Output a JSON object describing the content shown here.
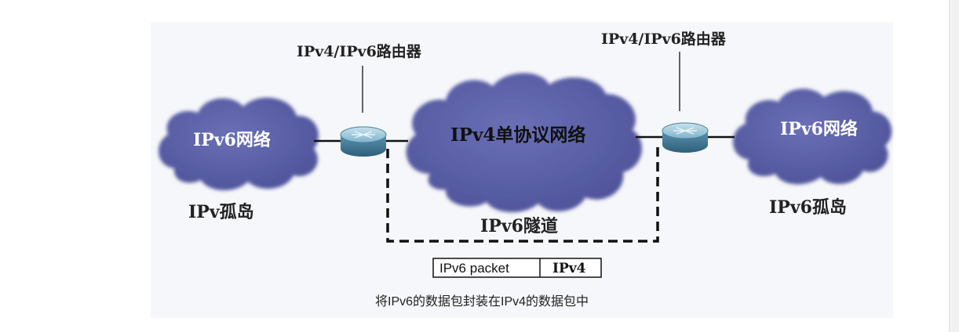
{
  "diagram": {
    "left_router_label": "IPv4/IPv6路由器",
    "right_router_label": "IPv4/IPv6路由器",
    "left_cloud_label": "IPv6网络",
    "center_cloud_label": "IPv4单协议网络",
    "right_cloud_label": "IPv6网络",
    "left_island_label": "IPv孤岛",
    "right_island_label": "IPv6孤岛",
    "tunnel_label": "IPv6隧道",
    "packet": {
      "payload_label": "IPv6 packet",
      "header_label": "IPv4"
    },
    "caption": "将IPv6的数据包封装在IPv4的数据包中",
    "colors": {
      "cloud_fill": "#5a5fa6",
      "cloud_text": "#ffffff",
      "line": "#111111",
      "router_fill": "#4f86a4",
      "router_highlight": "#a9d2e4",
      "background_panel": "#f6f7fa"
    }
  }
}
